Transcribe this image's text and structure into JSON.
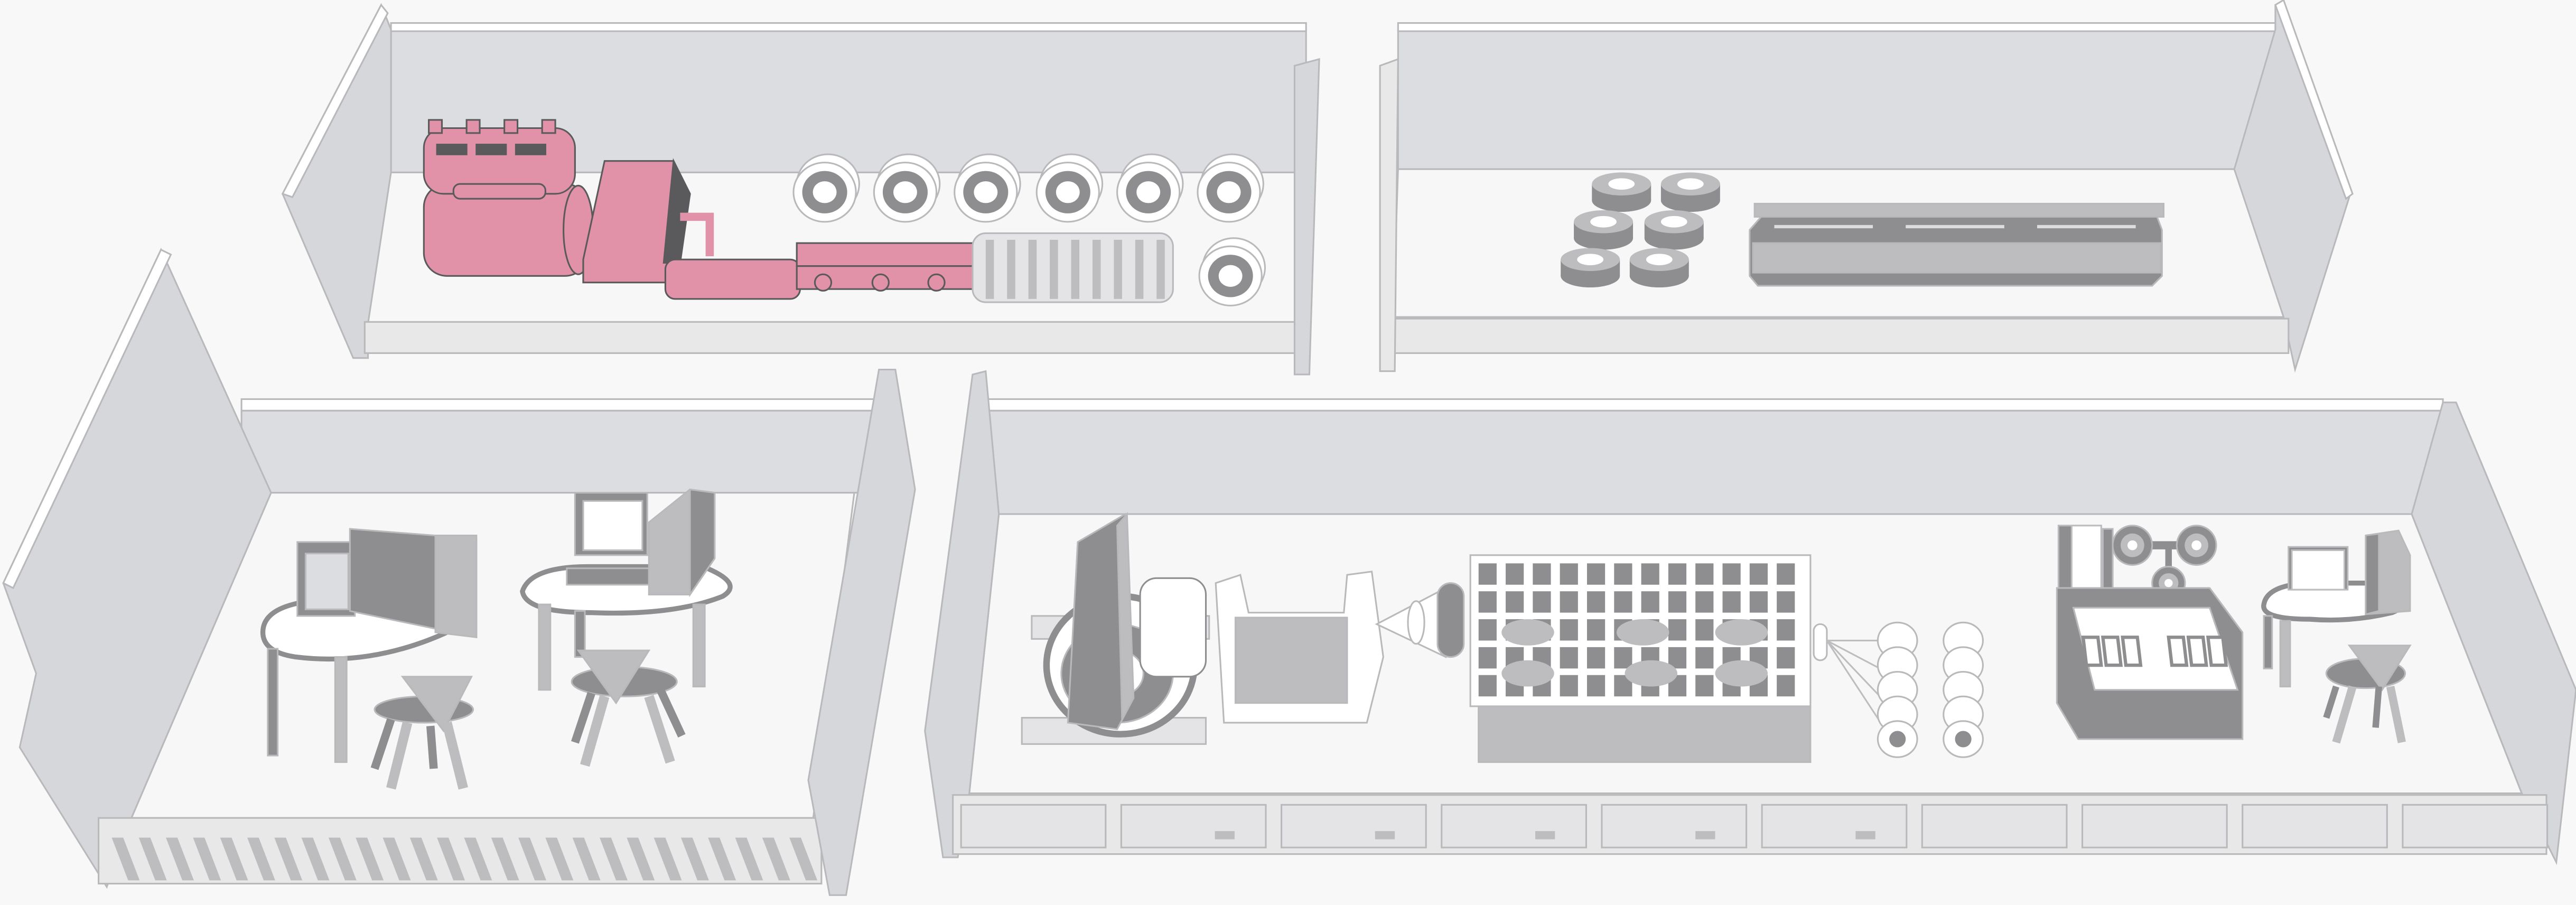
{
  "palette": {
    "background": "#f8f8f8",
    "wall_back": "#dcdde0",
    "wall_side": "#d6d7da",
    "floor": "#f7f7f7",
    "ledge": "#e8e8e9",
    "outline": "#b9b9bc",
    "machine_dark": "#8e8e90",
    "machine_mid": "#bdbdbf",
    "machine_light": "#e4e4e6",
    "accent_pink": "#e292a8",
    "accent_pink_dark": "#5a5a5c"
  },
  "rooms": [
    {
      "id": "engine-room",
      "contents": [
        "generator",
        "pump",
        "conveyor-pipe",
        "drum",
        "spools"
      ]
    },
    {
      "id": "storage-room",
      "contents": [
        "reels",
        "press-bed"
      ]
    },
    {
      "id": "office",
      "contents": [
        "computer-desk",
        "computer-desk",
        "stool",
        "stool"
      ]
    },
    {
      "id": "production-hall",
      "contents": [
        "winder",
        "tank",
        "rotary-drum",
        "bobbins",
        "control-console",
        "workstation"
      ]
    }
  ]
}
